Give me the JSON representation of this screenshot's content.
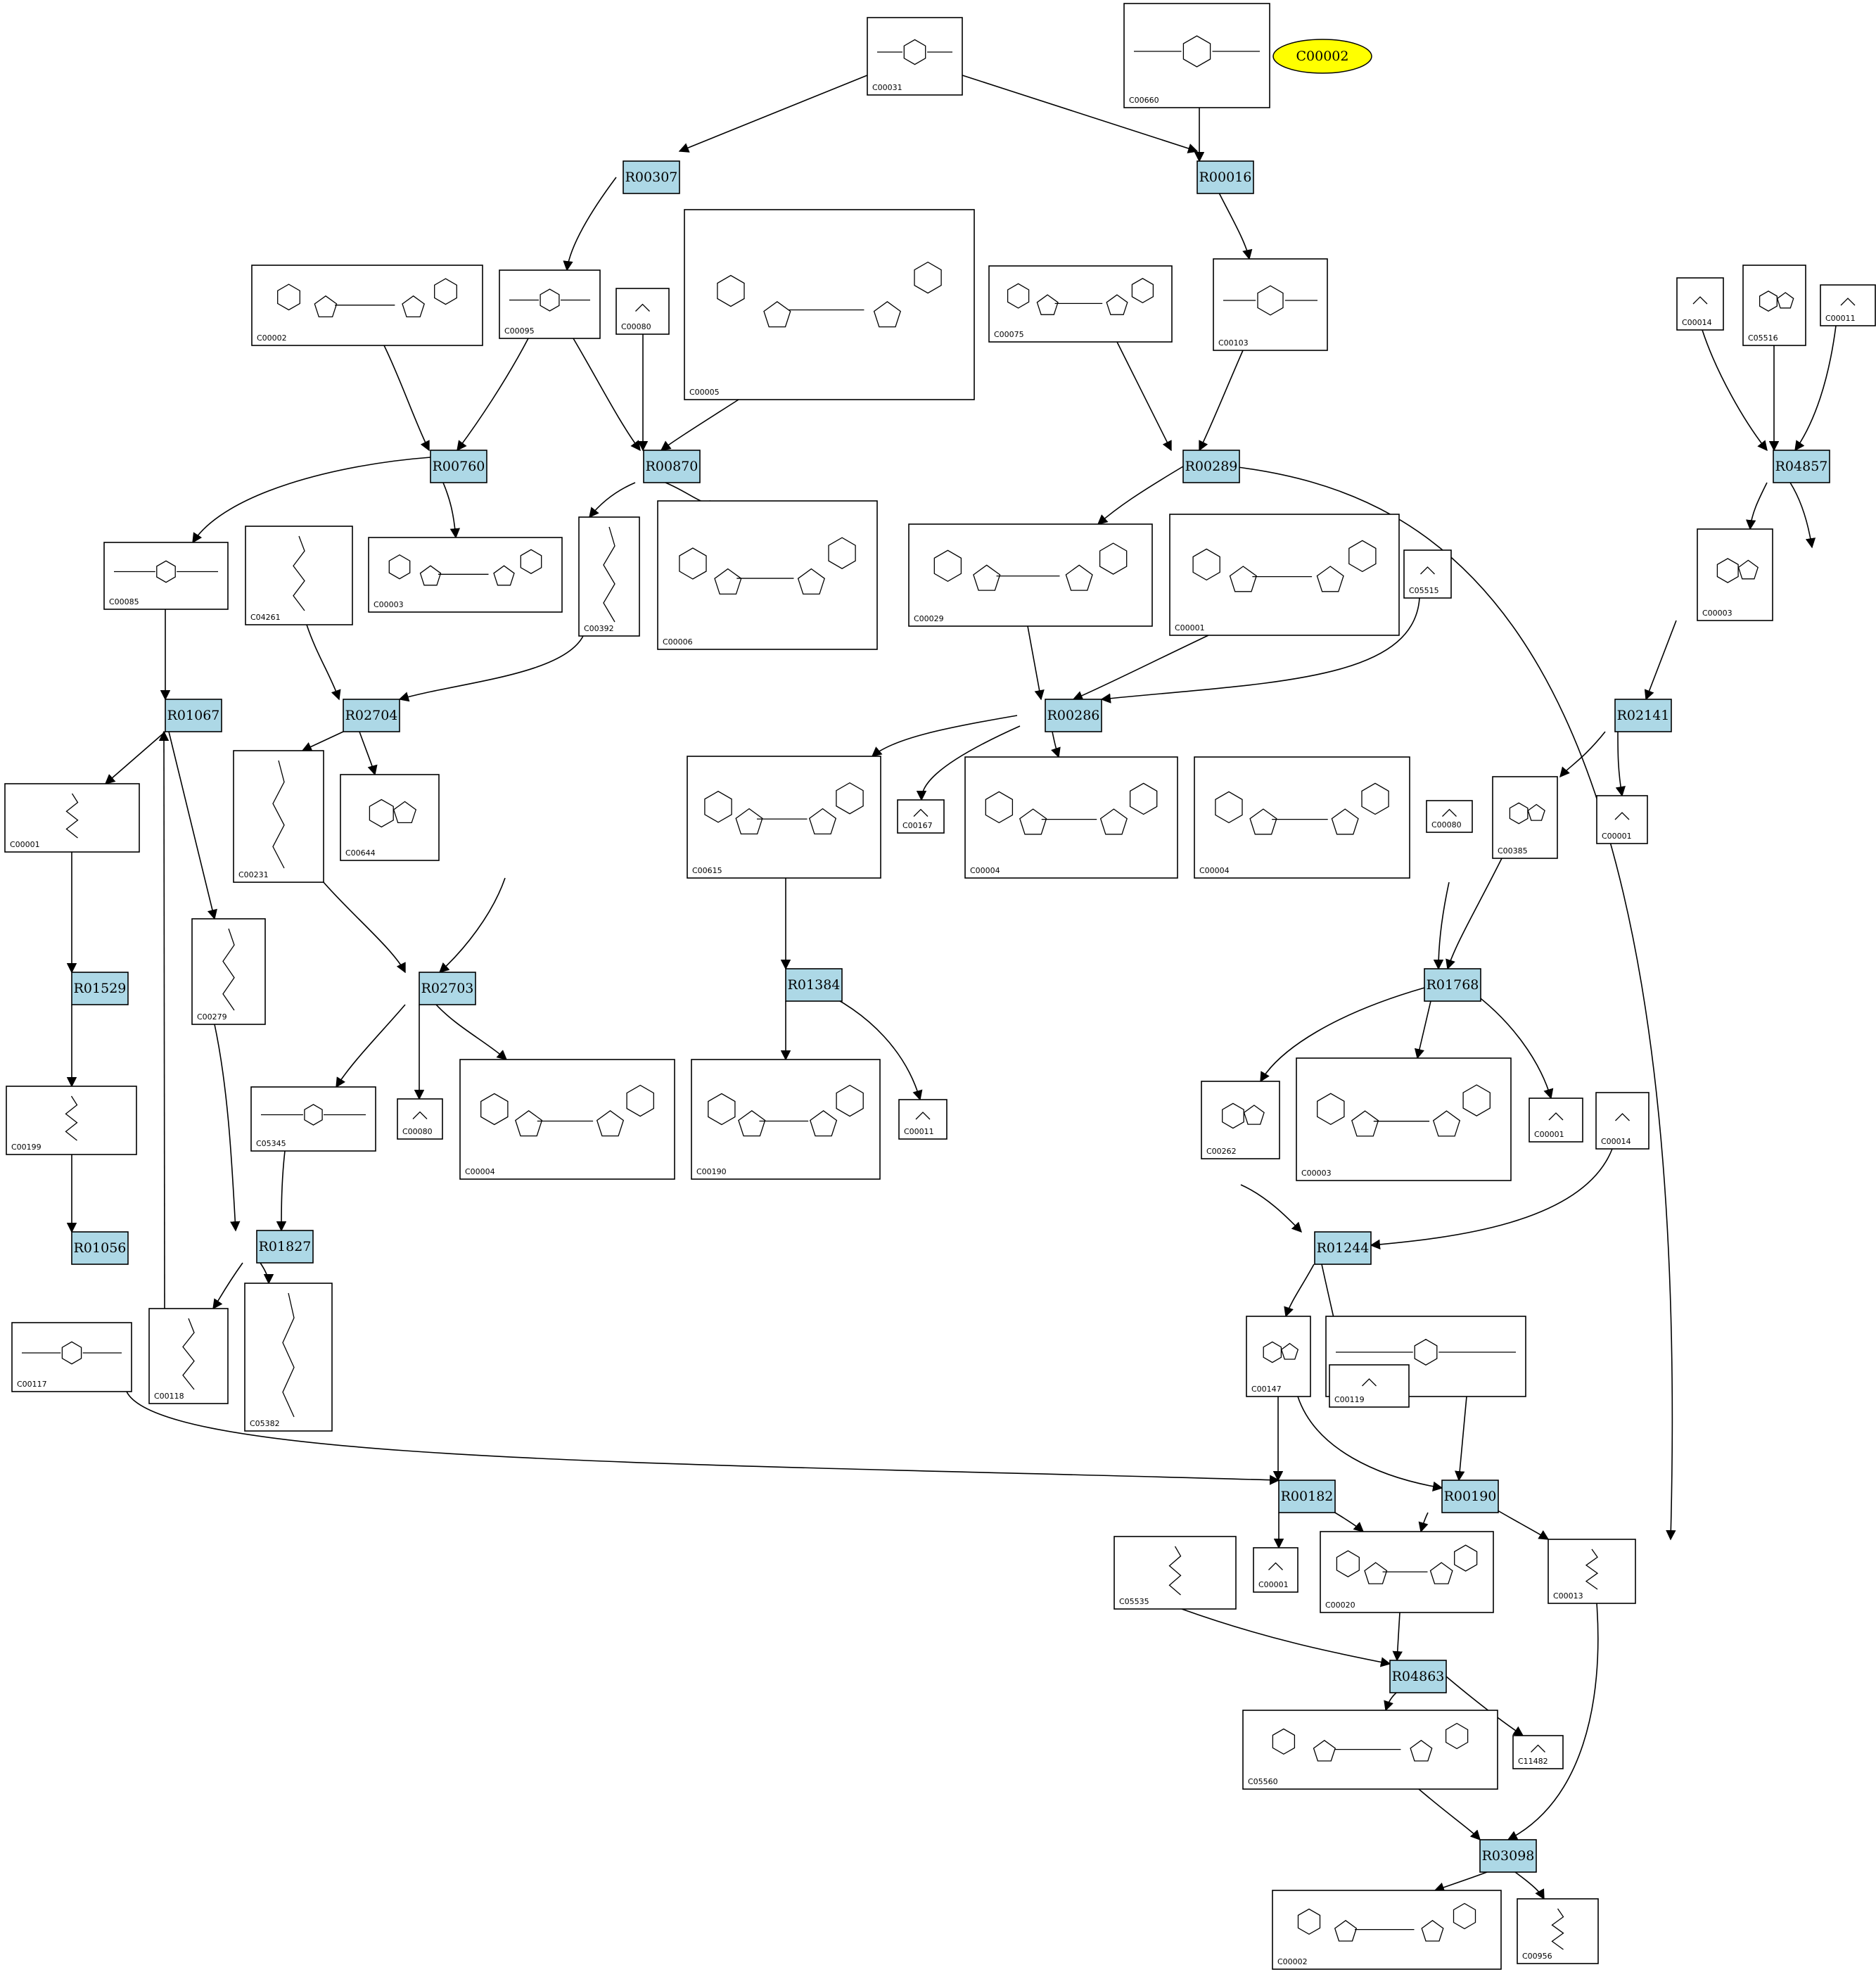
{
  "highlight": {
    "label": "C00002",
    "color": "#ffff00"
  },
  "colors": {
    "reaction_fill": "#add8e6",
    "compound_fill": "#ffffff",
    "edge": "#000000"
  },
  "reactions": [
    "R00307",
    "R00016",
    "R00760",
    "R00870",
    "R00289",
    "R04857",
    "R01067",
    "R02704",
    "R00286",
    "R02141",
    "R01529",
    "R02703",
    "R01384",
    "R01768",
    "R01056",
    "R01827",
    "R01244",
    "R00182",
    "R00190",
    "R04863",
    "R03098"
  ],
  "compounds": [
    "C00031",
    "C00660",
    "C00002",
    "C00095",
    "C00080",
    "C00005",
    "C00075",
    "C00103",
    "C00014",
    "C05516",
    "C00011",
    "C00085",
    "C04261",
    "C00003",
    "C00392",
    "C00006",
    "C00029",
    "C00001",
    "C05515",
    "C00231",
    "C00644",
    "C00615",
    "C00167",
    "C00004",
    "C00385",
    "C00279",
    "C05345",
    "C00190",
    "C00262",
    "C00199",
    "C00117",
    "C00118",
    "C05382",
    "C00147",
    "C00119",
    "C05535",
    "C00020",
    "C00013",
    "C05560",
    "C11482",
    "C00956"
  ]
}
